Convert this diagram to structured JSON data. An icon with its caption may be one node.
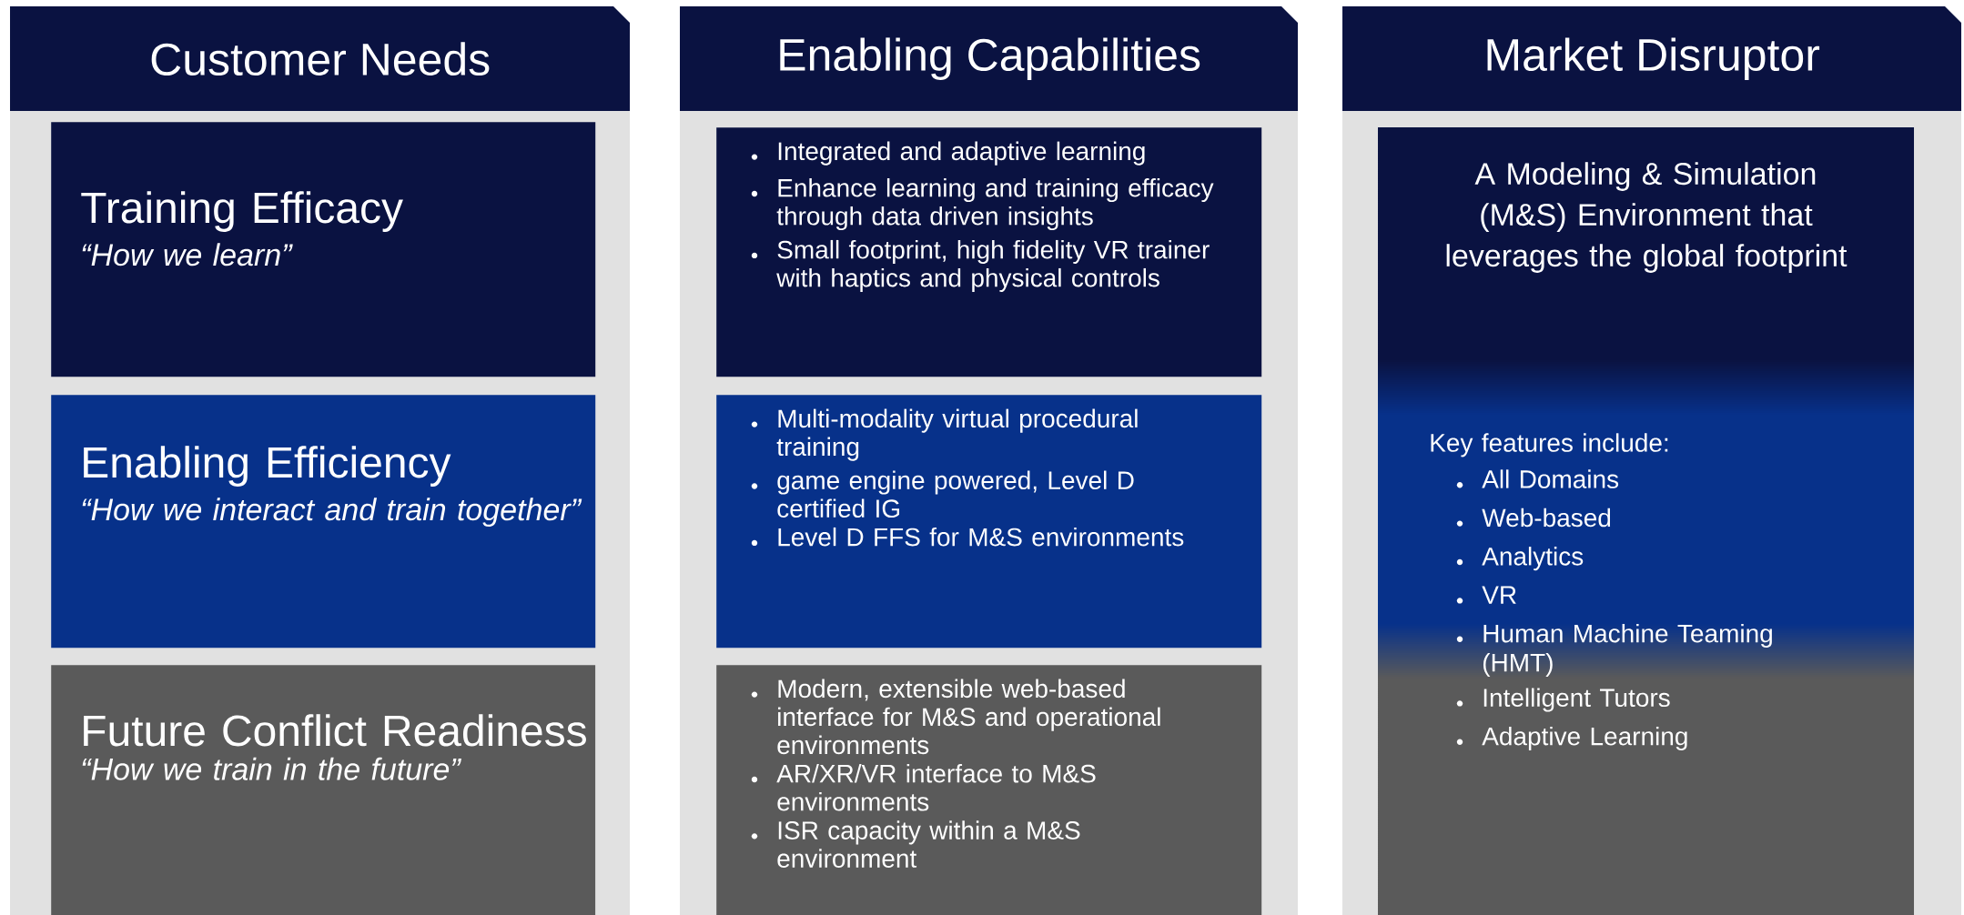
{
  "diagram": {
    "nodes": [
      {
        "text": [
          "Customer Needs"
        ]
      },
      {
        "text": [
          "Training Efficacy",
          "“How we learn”"
        ]
      },
      {
        "text": [
          "Enabling Efficiency",
          "“How we interact and train together”"
        ]
      },
      {
        "text": [
          "Future Conflict Readiness",
          "“How we train in the future”"
        ]
      },
      {
        "text": [
          "Enabling Capabilities"
        ]
      },
      {
        "text": [
          "Integrated and adaptive learning",
          "Enhance learning and training efficacy through data driven insights",
          "Small footprint, high fidelity VR trainer with haptics and physical controls"
        ]
      },
      {
        "text": [
          "Multi-modality virtual procedural training",
          "game engine powered, Level D certified IG",
          "Level D FFS for M&S environments"
        ]
      },
      {
        "text": [
          "Modern, extensible web-based interface for M&S and operational environments",
          "AR/XR/VR interface to M&S environments",
          "ISR capacity within a M&S environment"
        ]
      },
      {
        "text": [
          "Market Disruptor"
        ]
      },
      {
        "text": [
          "A Modeling & Simulation (M&S) Environment that leverages the global footprint",
          "Key features include:",
          "All Domains",
          "Web-based",
          "Analytics",
          "VR",
          "Human Machine Teaming (HMT)",
          "Intelligent Tutors",
          "Adaptive Learning"
        ]
      }
    ]
  }
}
